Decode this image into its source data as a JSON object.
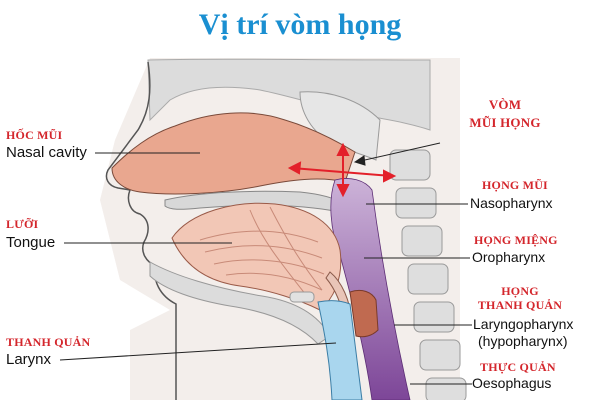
{
  "title": "Vị trí vòm họng",
  "left_labels": [
    {
      "vn": "HỐC MŨI",
      "en": "Nasal cavity"
    },
    {
      "vn": "LƯỠI",
      "en": "Tongue"
    },
    {
      "vn": "THANH QUẢN",
      "en": "Larynx"
    }
  ],
  "right_labels": [
    {
      "vn": "VÒM",
      "vn2": "MŨI HỌNG"
    },
    {
      "vn": "HỌNG MŨI",
      "en": "Nasopharynx"
    },
    {
      "vn": "HỌNG MIỆNG",
      "en": "Oropharynx"
    },
    {
      "vn": "HỌNG",
      "vn2": "THANH QUẢN",
      "en": "Laryngopharynx",
      "en2": "(hypopharynx)"
    },
    {
      "vn": "THỰC QUẢN",
      "en": "Oesophagus"
    }
  ],
  "colors": {
    "title": "#1a8fd1",
    "vietnamese_label": "#d4262c",
    "english_label": "#111111",
    "nasal_cavity": "#e9a78f",
    "pharynx": "#8b54a8",
    "larynx": "#a9d6ee",
    "bone": "#dcdcdc",
    "arrow": "#e3202a"
  }
}
